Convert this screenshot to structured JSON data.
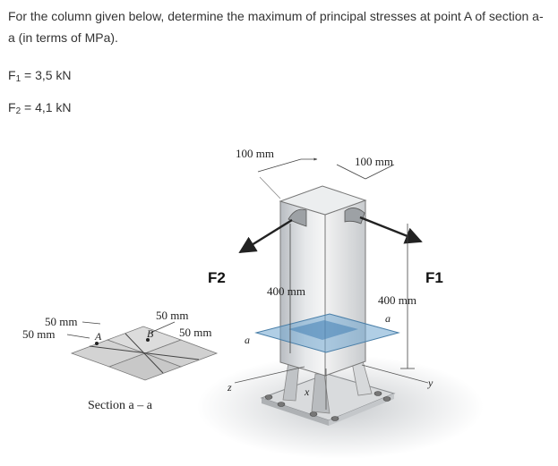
{
  "problem": {
    "statement": "For the column given below, determine the maximum of principal stresses at point A of section a-a (in terms of MPa).",
    "f1": {
      "symbol": "F",
      "sub": "1",
      "rest": " = 3,5 kN"
    },
    "f2": {
      "symbol": "F",
      "sub": "2",
      "rest": " = 4,1 kN"
    }
  },
  "figure": {
    "dim_top_left": "100 mm",
    "dim_top_right": "100 mm",
    "dim_height_left": "400 mm",
    "dim_height_right": "400 mm",
    "label_f2": "F2",
    "label_f1": "F1",
    "label_a_right": "a",
    "label_a_left": "a",
    "label_z": "z",
    "label_x": "x",
    "label_y": "y",
    "section": {
      "dim_50_1": "50 mm",
      "dim_50_2": "50 mm",
      "dim_50_3": "50 mm",
      "dim_50_4": "50 mm",
      "point_a": "A",
      "point_b": "B",
      "caption": "Section a – a"
    }
  }
}
